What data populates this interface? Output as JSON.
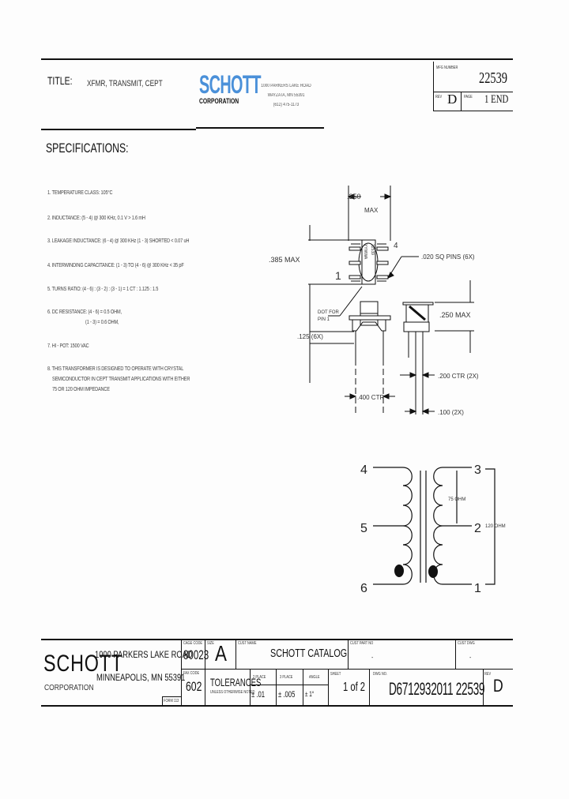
{
  "header": {
    "title_label": "TITLE:",
    "title_value": "XFMR, TRANSMIT, CEPT",
    "logo_top": "SCHOTT",
    "logo_bottom": "CORPORATION",
    "address_lines": [
      "1000 PARKERS LAKE ROAD",
      "WAYZATA, MN 55391",
      "(612) 475-1173"
    ],
    "part_number_label": "MFG NUMBER",
    "part_number": "22539",
    "rev_label": "REV",
    "rev": "D",
    "page_label": "PAGE",
    "page": "1 END"
  },
  "specifications": {
    "heading": "SPECIFICATIONS:",
    "items": [
      "1. TEMPERATURE CLASS: 105°C",
      "2. INDUCTANCE: (5 - 4) @ 300 KHz, 0.1 V > 1.6 mH",
      "3. LEAKAGE INDUCTANCE: (6 - 4) @ 300 KHz (1 - 3) SHORTED < 0.07 uH",
      "4. INTERWINDING CAPACITANCE: (1 - 3) TO (4 - 6) @ 300 KHz < 35 pF",
      "5. TURNS RATIO: (4 - 6) : (3 - 2) : (3 - 1) = 1 CT : 1.125 : 1.5",
      "6. DC RESISTANCE: (4 - 6) = 0.5 OHM,",
      "(1 - 3) = 0.6 OHM,",
      "7. HI - POT: 1500 VAC",
      "8. THIS TRANSFORMER IS DESIGNED TO OPERATE WITH CRYSTAL",
      "SEMICONDUCTOR IN CEPT TRANSMIT APPLICATIONS WITH EITHER",
      "75 OR 120 OHM IMPEDANCE"
    ]
  },
  "mechanical": {
    "width_dim": ".350",
    "width_dim_sub": "MAX",
    "height_dim": ".385 MAX",
    "pin_label_4": "4",
    "pin_label_1": "1",
    "pin_note": ".020 SQ PINS (6X)",
    "dot_note_1": "DOT FOR",
    "dot_note_2": "PIN 1",
    "side_height": ".250 MAX",
    "pin_length": ".125 (6X)",
    "row_spacing": ".400 CTR",
    "pin_pitch": ".200 CTR (2X)",
    "pin_pitch2": ".100 (2X)",
    "marking_1": "YYWWA",
    "marking_2": "22539"
  },
  "schematic": {
    "pins_left": [
      "4",
      "5",
      "6"
    ],
    "pins_right": [
      "3",
      "2",
      "1"
    ],
    "impedance_inner": "75 OHM",
    "impedance_outer": "120 OHM"
  },
  "title_block": {
    "company_top": "SCHOTT",
    "company_bottom": "CORPORATION",
    "address_1": "1000 PARKERS LAKE ROAD",
    "address_2": "MINNEAPOLIS, MN 55391",
    "form_no": "FORM 113",
    "cage_code_label": "CAGE CODE",
    "cage_code": "80023",
    "size_label": "SIZE",
    "size": "A",
    "cust_name_label": "CUST NAME",
    "cust_name": "SCHOTT CATALOG",
    "cust_part_label": "CUST PART NO",
    "cust_part": "-",
    "cust_dwg_label": "CUST DWG",
    "cust_dwg": "-",
    "fax_code_label": "FAX CODE",
    "fax_code": "602",
    "tolerances_label": "TOLERANCES",
    "tolerances_sub": "UNLESS OTHERWISE NOTED",
    "two_place_label": "2 PLACE",
    "two_place": "± .01",
    "three_place_label": "3 PLACE",
    "three_place": "± .005",
    "angle_label": "ANGLE",
    "angle": "± 1°",
    "sheet_label": "SHEET",
    "sheet": "1 of 2",
    "dwg_no_label": "DWG NO.",
    "dwg_no": "D6712932011 22539",
    "rev_label": "REV",
    "rev": "D"
  }
}
